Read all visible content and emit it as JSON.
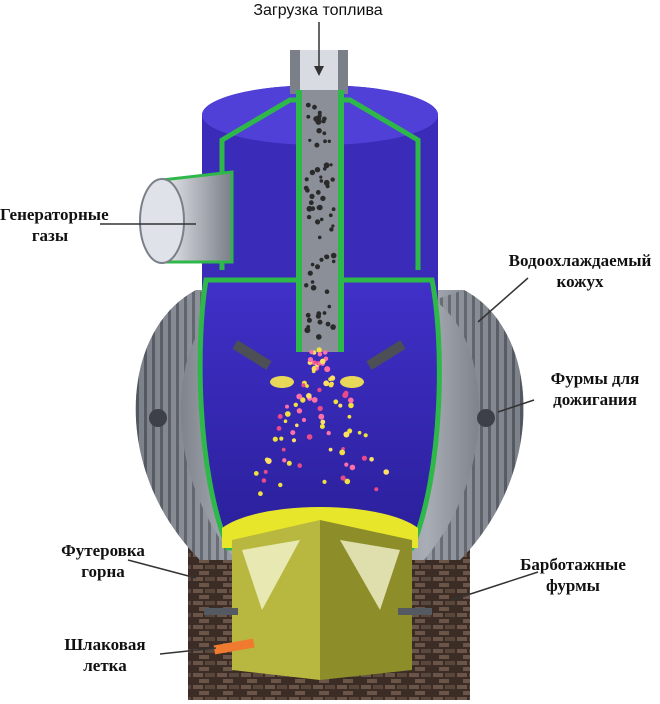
{
  "labels": {
    "fuel_loading": "Загрузка топлива",
    "generator_gases_1": "Генераторные",
    "generator_gases_2": "газы",
    "water_cooled_jacket_1": "Водоохлаждаемый",
    "water_cooled_jacket_2": "кожух",
    "afterburning_tuyeres_1": "Фурмы для",
    "afterburning_tuyeres_2": "дожигания",
    "hearth_lining_1": "Футеровка",
    "hearth_lining_2": "горна",
    "bubbling_tuyeres_1": "Барботажные",
    "bubbling_tuyeres_2": "фурмы",
    "slag_notch_1": "Шлаковая",
    "slag_notch_2": "летка"
  },
  "colors": {
    "chamber": "#3a2bb8",
    "chamber_top": "#4a3ad4",
    "lining_green": "#2fb84a",
    "shell_gray": "#8a8f99",
    "slag_yellow": "#e8e62a",
    "hearth_olive": "#b8b840",
    "brick": "#4a3a30",
    "pipe_gray": "#b8bcc4",
    "slag_tap": "#f07a30"
  }
}
